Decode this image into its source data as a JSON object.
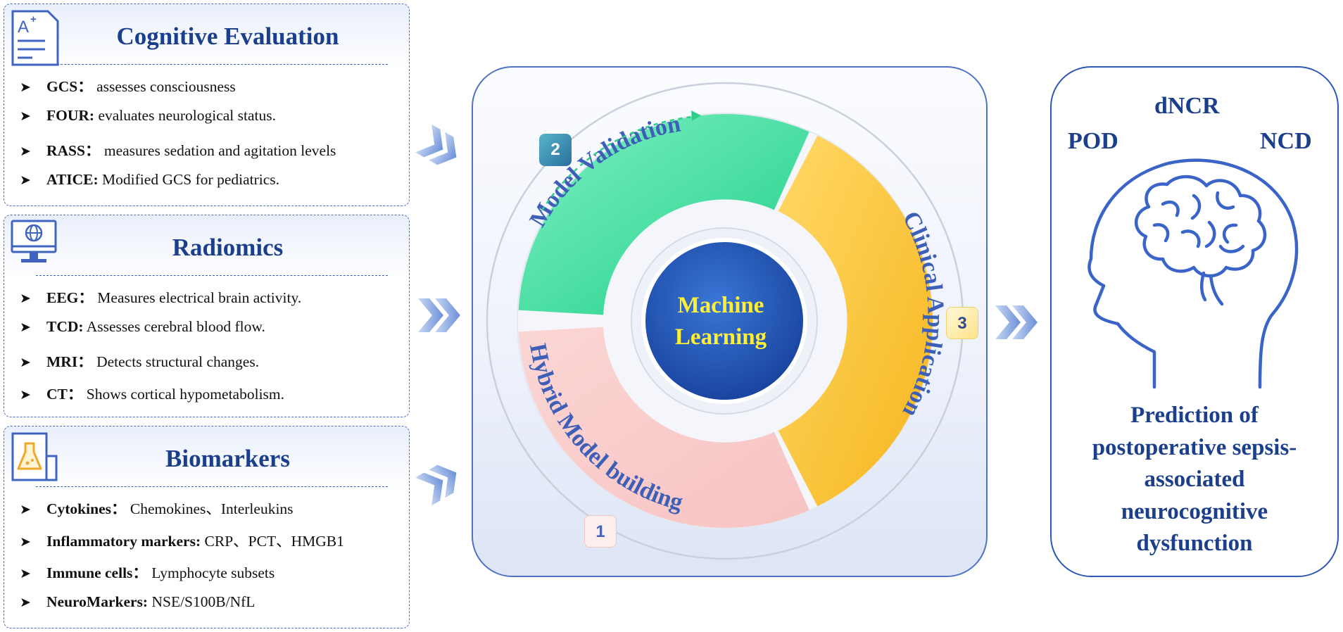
{
  "cognitive": {
    "title": "Cognitive Evaluation",
    "items": [
      {
        "key": "GCS：",
        "text": "  assesses consciousness"
      },
      {
        "key": "FOUR:",
        "text": " evaluates neurological status."
      },
      {
        "key": "RASS：",
        "text": " measures sedation and agitation levels"
      },
      {
        "key": "ATICE:",
        "text": " Modified GCS for pediatrics."
      }
    ]
  },
  "radiomics": {
    "title": "Radiomics",
    "items": [
      {
        "key": "EEG：",
        "text": " Measures electrical brain activity."
      },
      {
        "key": "TCD:",
        "text": " Assesses cerebral blood flow."
      },
      {
        "key": "MRI：",
        "text": " Detects structural changes."
      },
      {
        "key": "CT：",
        "text": " Shows cortical hypometabolism."
      }
    ]
  },
  "biomarkers": {
    "title": "Biomarkers",
    "items": [
      {
        "key": "Cytokines：",
        "text": " Chemokines、Interleukins"
      },
      {
        "key": "Inflammatory markers:",
        "text": " CRP、PCT、HMGB1"
      },
      {
        "key": "Immune cells：",
        "text": " Lymphocyte subsets"
      },
      {
        "key": "NeuroMarkers:",
        "text": " NSE/S100B/NfL"
      }
    ]
  },
  "icon_labels": {
    "grade": "A"
  },
  "cycle": {
    "center_line1": "Machine",
    "center_line2": "Learning",
    "segments": {
      "validation": "Model Validation",
      "clinical": "Clinical Application",
      "building": "Hybrid Model building"
    },
    "badges": [
      "1",
      "2",
      "3"
    ]
  },
  "outcome": {
    "dncr": "dNCR",
    "pod": "POD",
    "ncd": "NCD",
    "prediction_lines": [
      "Prediction of",
      "postoperative sepsis-",
      "associated",
      "neurocognitive",
      "dysfunction"
    ]
  },
  "colors": {
    "primary_blue": "#1c3f8c",
    "validation_green": "#3ddc9c",
    "clinical_yellow": "#fdc94a",
    "building_pink": "#f9cfcf",
    "ml_yellow": "#ffee36"
  }
}
